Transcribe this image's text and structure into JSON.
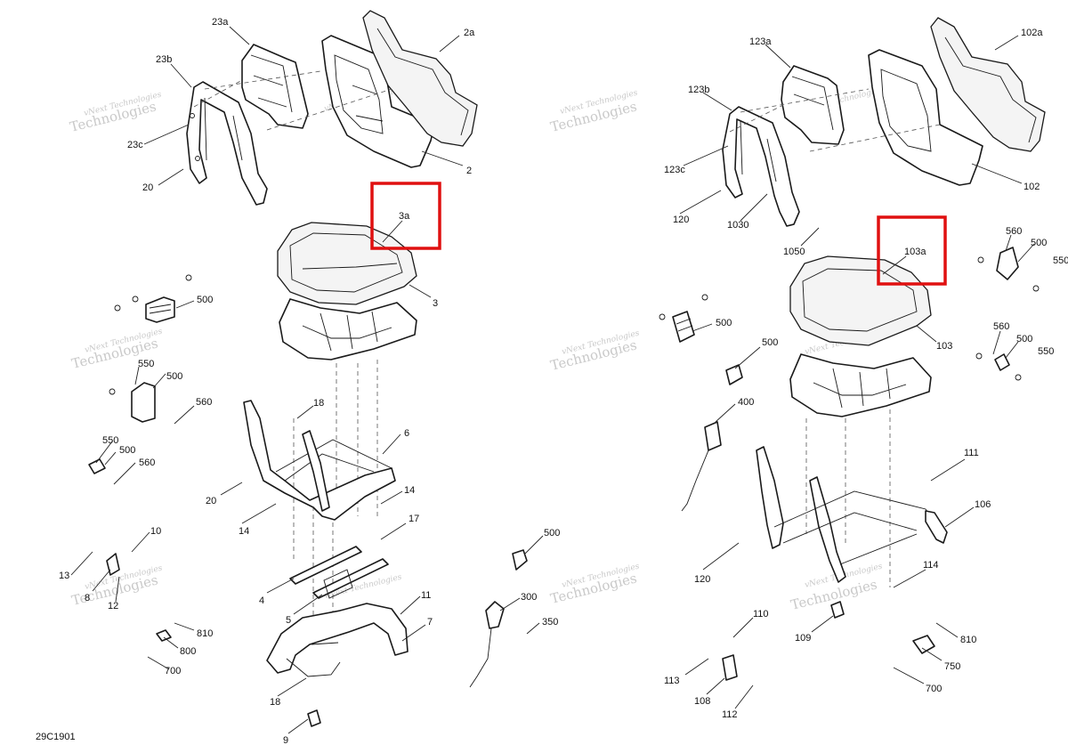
{
  "diagram": {
    "code": "29C1901",
    "watermark_line1": "vNext",
    "watermark_line2": "Technologies",
    "watermark_caption": "vNext Technologies",
    "highlight_color": "#e01010",
    "labels": {
      "l23a": "23a",
      "l23b": "23b",
      "l23c": "23c",
      "l20a": "20",
      "l2a": "2a",
      "l2": "2",
      "l3a": "3a",
      "l3": "3",
      "l500a": "500",
      "l550a": "550",
      "l500b": "500",
      "l560a": "560",
      "l550b": "550",
      "l500c": "500",
      "l560b": "560",
      "l18a": "18",
      "l6": "6",
      "l20b": "20",
      "l14a": "14",
      "l14b": "14",
      "l10": "10",
      "l13": "13",
      "l8": "8",
      "l12": "12",
      "l17": "17",
      "l4": "4",
      "l5": "5",
      "l11": "11",
      "l7": "7",
      "l810a": "810",
      "l800": "800",
      "l700a": "700",
      "l18b": "18",
      "l9": "9",
      "l500d": "500",
      "l300": "300",
      "l350": "350",
      "l123a": "123a",
      "l123b": "123b",
      "l123c": "123c",
      "l120a": "120",
      "l1030": "1030",
      "l1050": "1050",
      "l102a": "102a",
      "l102": "102",
      "l103a": "103a",
      "l103": "103",
      "l560c": "560",
      "l500e": "500",
      "l550c": "550",
      "l500f": "500",
      "l500g": "500",
      "l560d": "560",
      "l500h": "500",
      "l550d": "550",
      "l400": "400",
      "l111": "111",
      "l106": "106",
      "l120b": "120",
      "l114": "114",
      "l110": "110",
      "l109": "109",
      "l113": "113",
      "l108": "108",
      "l112": "112",
      "l810b": "810",
      "l750": "750",
      "l700b": "700"
    }
  }
}
